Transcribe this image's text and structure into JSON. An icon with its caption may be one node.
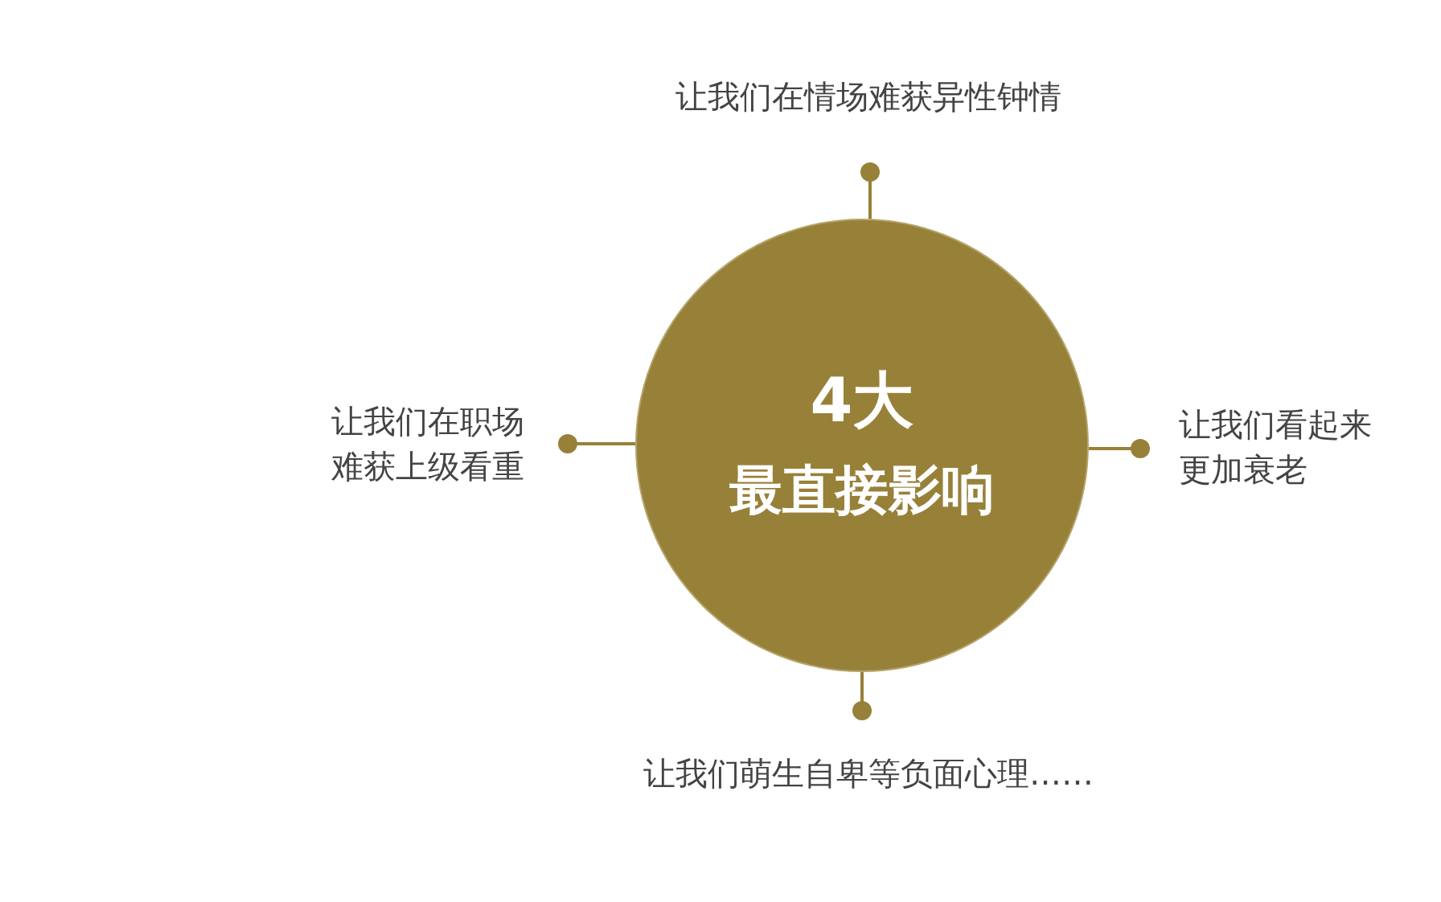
{
  "diagram": {
    "nodes": [
      {
        "text": [
          "4大",
          "最直接影响"
        ]
      },
      {
        "text": [
          "让我们在情场难获异性钟情"
        ]
      },
      {
        "text": [
          "让我们在职场难获上级看重"
        ]
      },
      {
        "text": [
          "让我们看起来更加衰老"
        ]
      },
      {
        "text": [
          "让我们萌生自卑等负面心理……"
        ]
      }
    ],
    "edges": [
      {
        "from": 0,
        "to": 1,
        "arrow": "other"
      },
      {
        "from": 0,
        "to": 2,
        "arrow": "other"
      },
      {
        "from": 0,
        "to": 3,
        "arrow": "other"
      },
      {
        "from": 0,
        "to": 4,
        "arrow": "other"
      }
    ]
  }
}
